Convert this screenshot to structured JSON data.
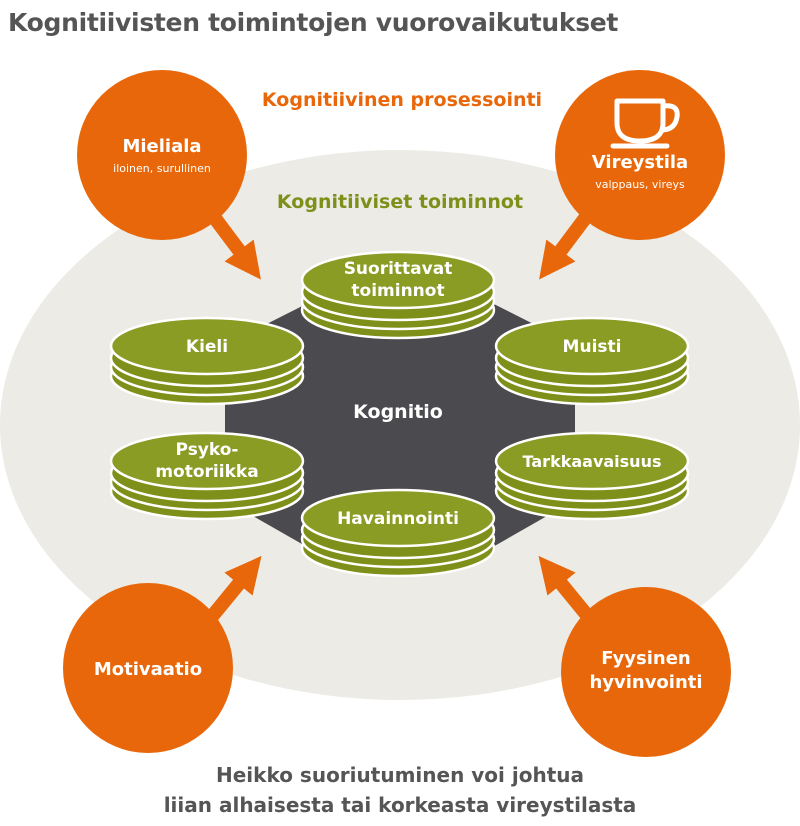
{
  "title": "Kognitiivisten toimintojen vuorovaikutukset",
  "labels": {
    "processing": "Kognitiivinen prosessointi",
    "functions": "Kognitiiviset toiminnot",
    "center": "Kognitio"
  },
  "influences": {
    "mood": {
      "title": "Mieliala",
      "subtitle": "iloinen, surullinen"
    },
    "alertness": {
      "title": "Vireystila",
      "subtitle": "valppaus, vireys",
      "icon": "coffee-cup-icon"
    },
    "motivation": {
      "title": "Motivaatio"
    },
    "wellbeing": {
      "line1": "Fyysinen",
      "line2": "hyvinvointi"
    }
  },
  "functions": {
    "executive": {
      "line1": "Suorittavat",
      "line2": "toiminnot"
    },
    "language": {
      "line1": "Kieli"
    },
    "memory": {
      "line1": "Muisti"
    },
    "psychomotor": {
      "line1": "Psyko-",
      "line2": "motoriikka"
    },
    "attention": {
      "line1": "Tarkkaavaisuus"
    },
    "perception": {
      "line1": "Havainnointi"
    }
  },
  "caption": {
    "line1": "Heikko suoriutuminen voi johtua",
    "line2": "liian alhaisesta tai korkeasta vireystilasta"
  },
  "colors": {
    "orange": "#e8670a",
    "olive": "#7e9019",
    "disc": "#8a9c24",
    "center": "#4a4a4f",
    "oval": "#ecebe6",
    "text_gray": "#555555"
  }
}
